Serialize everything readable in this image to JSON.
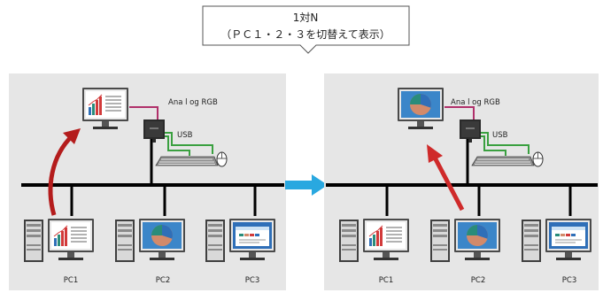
{
  "callout": {
    "line1": "1対N",
    "line2": "（ＰＣ１・２・３を切替えて表示）"
  },
  "left_panel": {
    "analog_label": "Ana l og RGB",
    "usb_label": "USB",
    "pc_labels": [
      "PC1",
      "PC2",
      "PC3"
    ],
    "displayed_source": "PC1"
  },
  "right_panel": {
    "analog_label": "Ana l og RGB",
    "usb_label": "USB",
    "pc_labels": [
      "PC1",
      "PC2",
      "PC3"
    ],
    "displayed_source": "PC2"
  },
  "colors": {
    "panel_bg": "#e6e6e6",
    "analog_cable": "#b0306a",
    "usb_cable": "#3aa040",
    "switch_arrow_left": "#b41c1c",
    "switch_arrow_right": "#cf2a2a",
    "transition_arrow": "#29a8e0",
    "network_line": "#000000",
    "monitor_frame": "#4a4a4a",
    "pie_colors": [
      "#2f6fb8",
      "#2a8c7a",
      "#d28a6a"
    ]
  },
  "icons": {
    "switch_box": "kvm-switch-icon",
    "keyboard": "keyboard-icon",
    "mouse": "mouse-icon",
    "monitor": "monitor-icon",
    "computer": "computer-icon",
    "switch_arrow": "curved-arrow-icon",
    "transition_arrow": "right-arrow-icon"
  }
}
